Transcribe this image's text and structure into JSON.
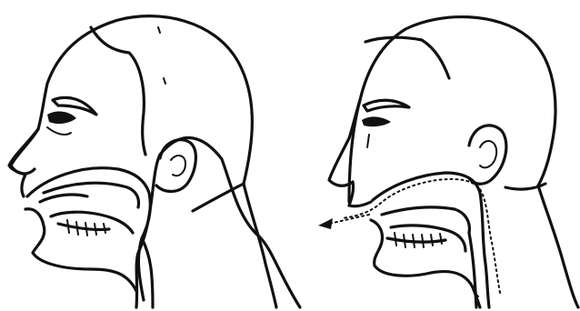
{
  "figure": {
    "panels": [
      {
        "id": "left",
        "subject": "head-profile-closed-airway"
      },
      {
        "id": "right",
        "subject": "head-profile-airflow-through-mouth"
      }
    ],
    "colors": {
      "ink": "#111111",
      "paper": "#ffffff"
    }
  }
}
